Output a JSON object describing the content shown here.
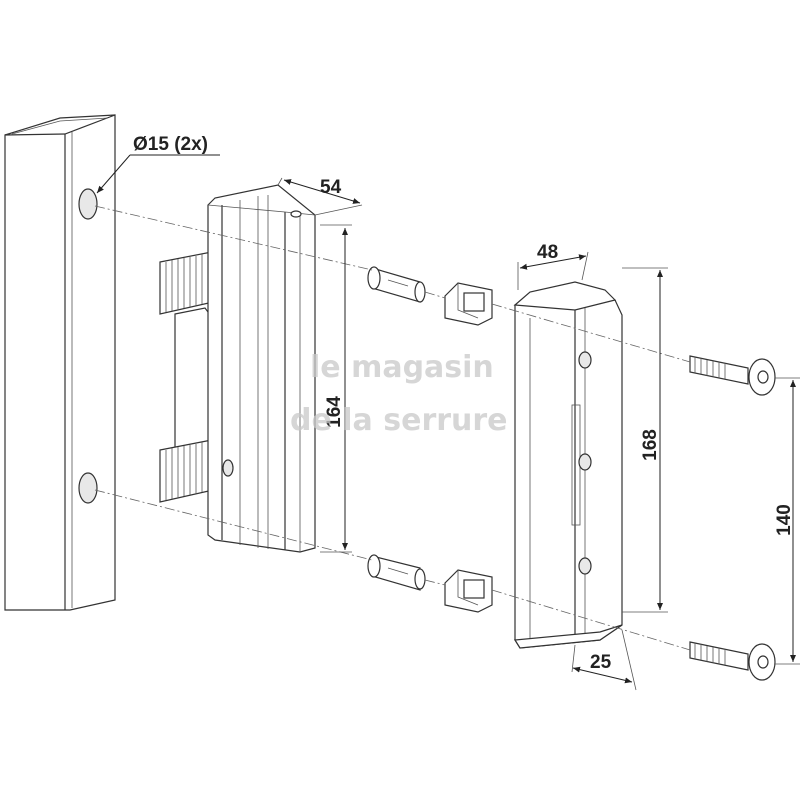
{
  "dimensions": {
    "hole_diameter": "Ø15 (2x)",
    "handle_depth": "54",
    "handle_height": "164",
    "keeper_width": "48",
    "keeper_height": "168",
    "keeper_depth": "25",
    "screw_spacing": "140"
  },
  "watermark": {
    "line1": "le magasin",
    "line2": "de la serrure"
  }
}
